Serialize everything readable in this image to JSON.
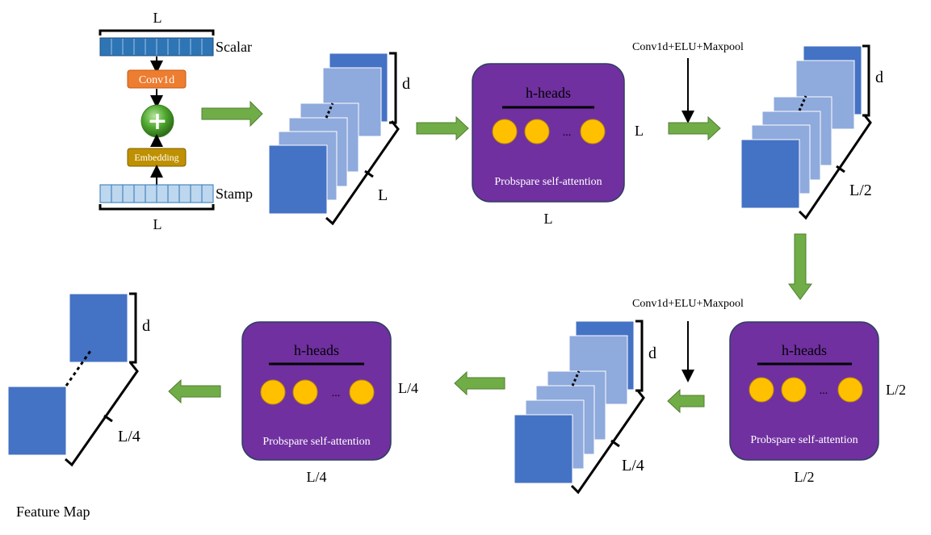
{
  "embedding_block": {
    "top_length_label": "L",
    "bottom_length_label": "L",
    "scalar_label": "Scalar",
    "stamp_label": "Stamp",
    "conv_label": "Conv1d",
    "embedding_label": "Embedding",
    "plus_symbol": "+"
  },
  "stacks": [
    {
      "depth_label": "d",
      "length_label": "L"
    },
    {
      "depth_label": "d",
      "length_label": "L/2"
    },
    {
      "depth_label": "d",
      "length_label": "L/4"
    },
    {
      "depth_label": "d",
      "length_label": "L/4"
    }
  ],
  "attention_blocks": [
    {
      "title": "h-heads",
      "ellipsis": "...",
      "subtitle": "Probspare self-attention",
      "side_label": "L",
      "bottom_label": "L"
    },
    {
      "title": "h-heads",
      "ellipsis": "...",
      "subtitle": "Probspare self-attention",
      "side_label": "L/2",
      "bottom_label": "L/2"
    },
    {
      "title": "h-heads",
      "ellipsis": "...",
      "subtitle": "Probspare self-attention",
      "side_label": "L/4",
      "bottom_label": "L/4"
    }
  ],
  "distilling_labels": [
    "Conv1d+ELU+Maxpool",
    "Conv1d+ELU+Maxpool"
  ],
  "feature_map_label": "Feature Map",
  "colors": {
    "attention_fill": "#7030a0",
    "head_circle": "#ffc000",
    "arrow_green": "#70ad47",
    "cube_dark": "#4472c4",
    "cube_light": "#8faadc",
    "scalar_fill": "#2e75b6",
    "stamp_fill": "#bdd7ee",
    "conv_fill": "#ed7d31",
    "embedding_fill": "#bf9000",
    "plus_green": "#4ea72e"
  }
}
